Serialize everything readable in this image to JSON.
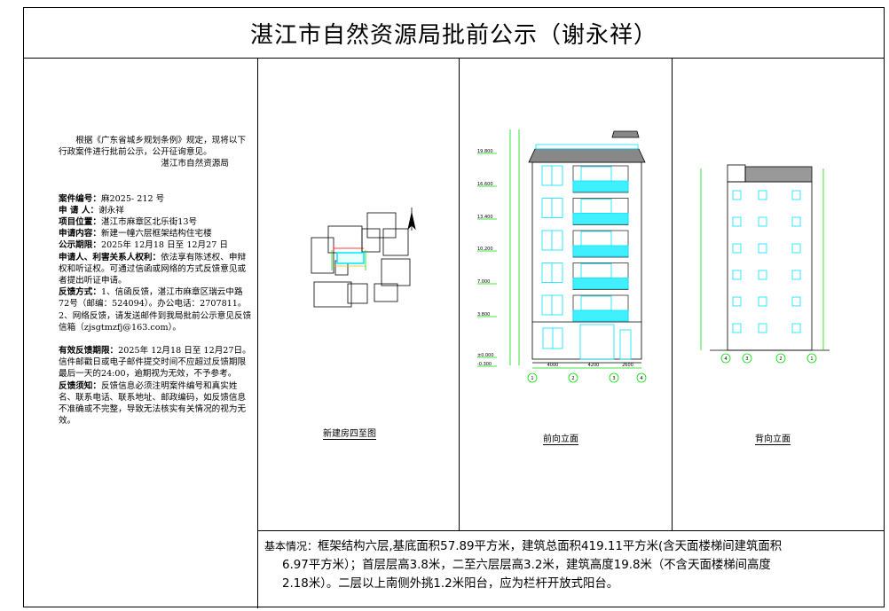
{
  "title": "湛江市自然资源局批前公示（谢永祥）",
  "notice": {
    "intro": "根据《广东省城乡规划条例》规定，现将以下行政案件进行批前公示，公开征询意见。",
    "issuer": "湛江市自然资源局",
    "fields": [
      {
        "label": "案件编号：",
        "value": "麻2025-  212    号"
      },
      {
        "label": "申 请 人：",
        "value": "谢永祥"
      },
      {
        "label": "项目位置：",
        "value": "湛江市麻章区北乐街13号"
      },
      {
        "label": "申请内容：",
        "value": "新建一幢六层框架结构住宅楼"
      },
      {
        "label": "公示期限：",
        "value": "2025年  12月18 日至  12月27 日"
      },
      {
        "label": "申请人、利害关系人权利：",
        "value": "依法享有陈述权、申辩权和听证权。可通过信函或网络的方式反馈意见或者提出听证申请。"
      },
      {
        "label": "反馈方式：",
        "value": "1、信函反馈，湛江市麻章区瑞云中路72号（邮编：524094）。办公电话：2707811。"
      }
    ],
    "feedback_2": "2、网络反馈，请发送邮件到我局批前公示意见反馈信箱（zjsgtmzfj@163.com）。",
    "period_label": "有效反馈期限：",
    "period_value": "2025年 12月18 日至 12月27日。信件邮戳日或电子邮件提交时间不应超过反馈期限最后一天的24:00，逾期视为无效，不予参考。",
    "notes_label": "反馈须知：",
    "notes_value": "反馈信息必须注明案件编号和真实姓名、联系电话、联系地址、邮政编码，如反馈信息不准确或不完整，导致无法核实有关情况的视为无效。"
  },
  "panels": {
    "site_plan": "新建房四至图",
    "front": "前向立面",
    "back": "背向立面"
  },
  "front_levels": [
    "19.800",
    "16.600",
    "13.400",
    "10.200",
    "7.000",
    "3.800",
    "±0.000",
    "-0.300"
  ],
  "front_axes": [
    "1",
    "2",
    "3",
    "4"
  ],
  "front_dims": [
    "4000",
    "4200",
    "2600"
  ],
  "back_axes": [
    "4",
    "3",
    "2",
    "1"
  ],
  "basic": {
    "label": "基本情况：",
    "line1": "框架结构六层,基底面积57.89平方米，建筑总面积419.11平方米(含天面楼梯间建筑面积",
    "line2": "6.97平方米）；首层层高3.8米，二至六层层高3.2米，建筑高度19.8米（不含天面楼梯间高度",
    "line3": "2.18米）。二层以上南侧外挑1.2米阳台，应为栏杆开放式阳台。"
  },
  "colors": {
    "line": "#000000",
    "cyan": "#00e5ff",
    "green": "#00dd00",
    "red": "#ff0000"
  }
}
